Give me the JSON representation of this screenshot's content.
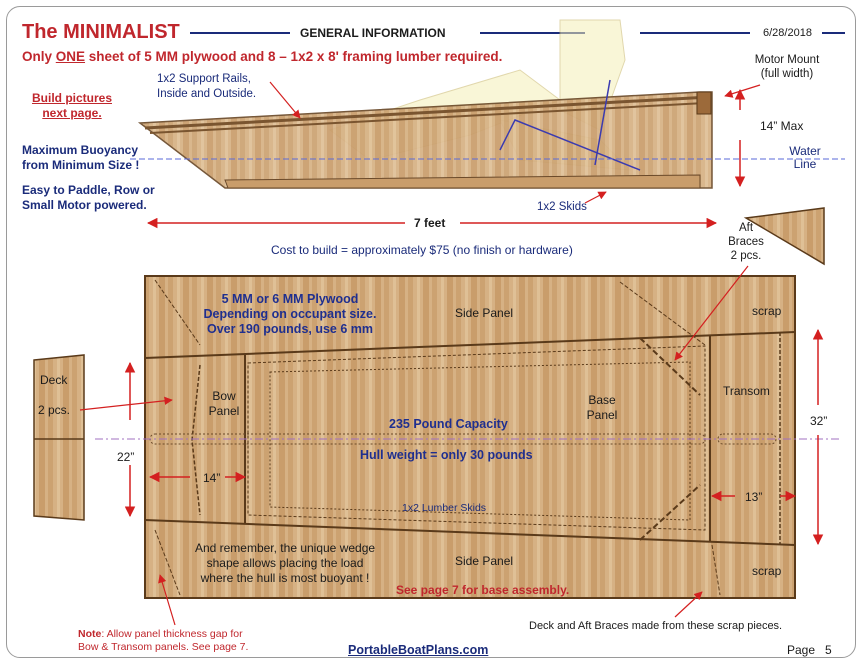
{
  "header": {
    "title": "The MINIMALIST",
    "section": "GENERAL  INFORMATION",
    "date": "6/28/2018"
  },
  "requirement": {
    "before": "Only ",
    "emphasis": "ONE",
    "after": " sheet of 5 MM plywood and  8 – 1x2 x 8' framing lumber required."
  },
  "left_notes": {
    "build_pictures": "Build pictures",
    "next_page": "next page.",
    "buoyancy_1": "Maximum Buoyancy",
    "buoyancy_2": "from Minimum Size !",
    "paddle_1": "Easy to Paddle, Row or",
    "paddle_2": "Small Motor powered."
  },
  "side_view": {
    "support_rails_1": "1x2 Support Rails,",
    "support_rails_2": "Inside and Outside.",
    "motor_mount_1": "Motor Mount",
    "motor_mount_2": "(full width)",
    "max_height": "14” Max",
    "water_1": "Water",
    "water_2": "Line",
    "skids": "1x2 Skids",
    "length": "7 feet",
    "cost": "Cost to build =  approximately $75 (no finish or hardware)"
  },
  "aft_braces": {
    "line1": "Aft",
    "line2": "Braces",
    "line3": "2 pcs."
  },
  "deck": {
    "label": "Deck",
    "count": "2 pcs."
  },
  "sheet": {
    "plywood_1": "5 MM or 6 MM Plywood",
    "plywood_2": "Depending on occupant size.",
    "plywood_3": "Over 190 pounds, use 6 mm",
    "side_panel_top": "Side Panel",
    "side_panel_bottom": "Side Panel",
    "scrap_top": "scrap",
    "scrap_bottom": "scrap",
    "bow_1": "Bow",
    "bow_2": "Panel",
    "base_1": "Base",
    "base_2": "Panel",
    "transom": "Transom",
    "capacity": "235 Pound Capacity",
    "hull_weight": "Hull weight = only 30 pounds",
    "skids": "1x2 Lumber Skids",
    "dim_22": "22”",
    "dim_14": "14”",
    "dim_13": "13”",
    "dim_32": "32”",
    "wedge_1": "And remember, the unique wedge",
    "wedge_2": "shape allows placing the load",
    "wedge_3": "where the hull is most buoyant !",
    "base_assembly": "See page 7 for base assembly."
  },
  "footer": {
    "note_label": "Note",
    "note_1": ":  Allow panel thickness gap for",
    "note_2": "Bow & Transom panels. See page 7.",
    "site": "PortableBoatPlans.com",
    "scrap_note": "Deck and Aft Braces made from these scrap pieces.",
    "page_label": "Page",
    "page_number": "5"
  },
  "colors": {
    "title_red": "#c0272d",
    "text_blue": "#1f2f8f",
    "wood": "#d6b184",
    "dim_red": "#d42020"
  }
}
